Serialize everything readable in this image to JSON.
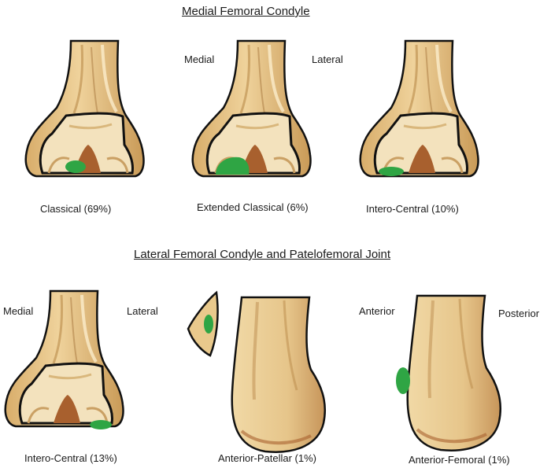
{
  "headings": {
    "medial_section": "Medial Femoral Condyle",
    "lateral_section": "Lateral Femoral Condyle and Patelofemoral Joint"
  },
  "orientation": {
    "top_medial": "Medial",
    "top_lateral": "Lateral",
    "bottom_medial": "Medial",
    "bottom_lateral": "Lateral",
    "anterior": "Anterior",
    "posterior": "Posterior"
  },
  "panels": [
    {
      "caption": "Classical (69%)"
    },
    {
      "caption": "Extended Classical (6%)"
    },
    {
      "caption": "Intero-Central (10%)"
    },
    {
      "caption": "Intero-Central (13%)"
    },
    {
      "caption": "Anterior-Patellar (1%)"
    },
    {
      "caption": "Anterior-Femoral (1%)"
    }
  ],
  "colors": {
    "bone": "#e9c98c",
    "bone_dark": "#b98a4a",
    "cartilage": "#f3e2bd",
    "notch": "#a8602e",
    "lesion": "#2fa544",
    "outline": "#111111"
  }
}
